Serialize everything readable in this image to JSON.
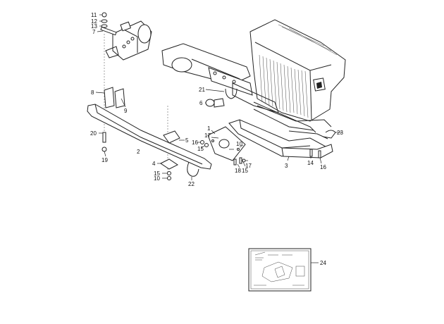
{
  "diagram": {
    "callouts": [
      {
        "id": "c11",
        "label": "11"
      },
      {
        "id": "c12",
        "label": "12"
      },
      {
        "id": "c13",
        "label": "13"
      },
      {
        "id": "c7",
        "label": "7"
      },
      {
        "id": "c8",
        "label": "8"
      },
      {
        "id": "c9",
        "label": "9"
      },
      {
        "id": "c21",
        "label": "21"
      },
      {
        "id": "c6",
        "label": "6"
      },
      {
        "id": "c20",
        "label": "20"
      },
      {
        "id": "c2",
        "label": "2"
      },
      {
        "id": "c19",
        "label": "19"
      },
      {
        "id": "c5",
        "label": "5"
      },
      {
        "id": "c4",
        "label": "4"
      },
      {
        "id": "c15a",
        "label": "15"
      },
      {
        "id": "c10a",
        "label": "10"
      },
      {
        "id": "c22",
        "label": "22"
      },
      {
        "id": "c1",
        "label": "1"
      },
      {
        "id": "c17a",
        "label": "17"
      },
      {
        "id": "c16a",
        "label": "16"
      },
      {
        "id": "c15b",
        "label": "15"
      },
      {
        "id": "c10b",
        "label": "10"
      },
      {
        "id": "c18",
        "label": "18"
      },
      {
        "id": "c15c",
        "label": "15"
      },
      {
        "id": "c17b",
        "label": "17"
      },
      {
        "id": "c3",
        "label": "3"
      },
      {
        "id": "c23",
        "label": "23"
      },
      {
        "id": "c14",
        "label": "14"
      },
      {
        "id": "c16b",
        "label": "16"
      },
      {
        "id": "c24",
        "label": "24"
      }
    ]
  }
}
